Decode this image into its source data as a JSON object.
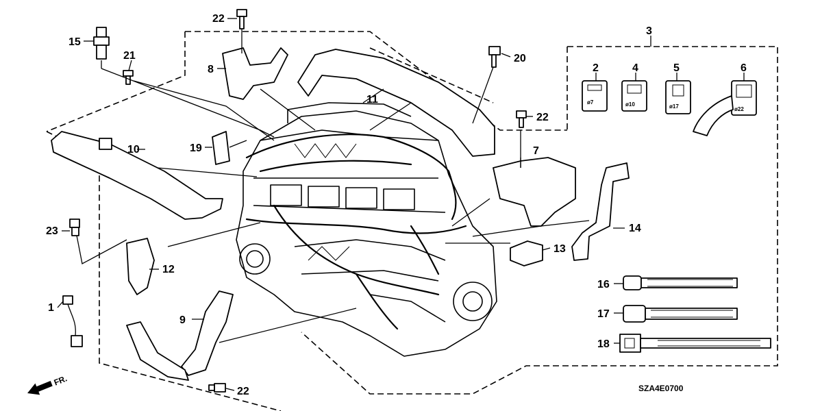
{
  "callouts": {
    "c1": "1",
    "c2": "2",
    "c3": "3",
    "c4": "4",
    "c5": "5",
    "c6": "6",
    "c7": "7",
    "c8": "8",
    "c9": "9",
    "c10": "10",
    "c11": "11",
    "c12": "12",
    "c13": "13",
    "c14": "14",
    "c15": "15",
    "c16": "16",
    "c17": "17",
    "c18": "18",
    "c19": "19",
    "c20": "20",
    "c21": "21",
    "c22a": "22",
    "c22b": "22",
    "c22c": "22",
    "c23": "23"
  },
  "connector_labels": {
    "p2": "ø7",
    "p4": "ø10",
    "p5": "ø17",
    "p6": "ø22"
  },
  "direction_label": "FR.",
  "diagram_code": "SZA4E0700"
}
